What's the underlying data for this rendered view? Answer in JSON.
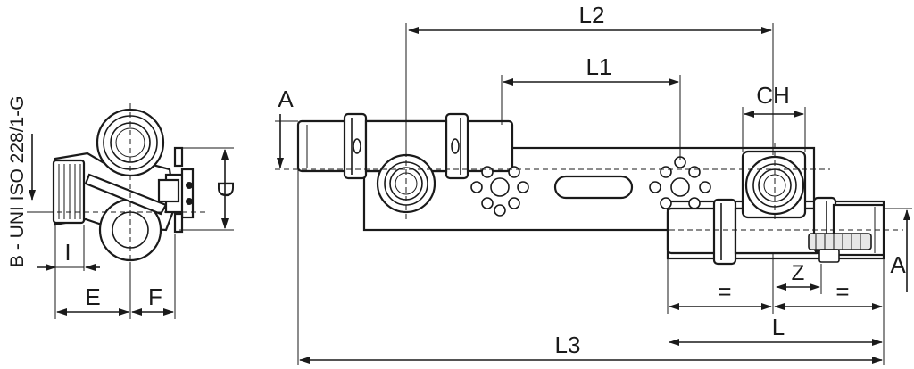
{
  "labels": {
    "L2": "L2",
    "L1": "L1",
    "CH": "CH",
    "A_left": "A",
    "A_right": "A",
    "D": "D",
    "Z": "Z",
    "eq_left": "=",
    "eq_right": "=",
    "L": "L",
    "L3": "L3",
    "I": "I",
    "E": "E",
    "F": "F",
    "thread_standard": "B - UNI ISO 228/1-G"
  },
  "colors": {
    "line": "#1a1a1a",
    "background": "#ffffff"
  }
}
